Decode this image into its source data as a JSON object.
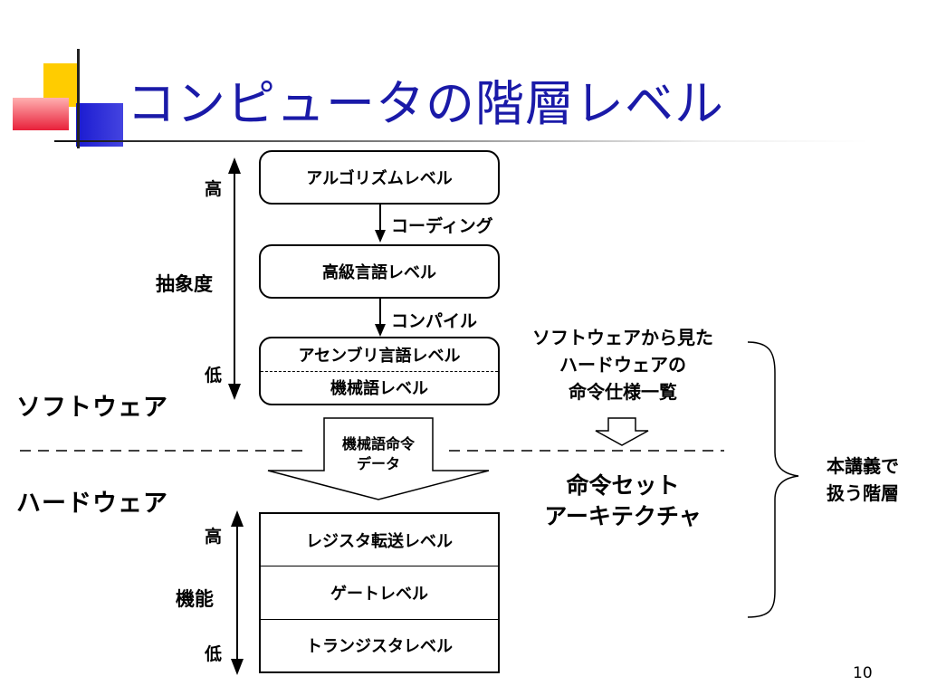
{
  "slide": {
    "title": "コンピュータの階層レベル",
    "page_number": "10"
  },
  "software": {
    "section_label": "ソフトウェア",
    "axis": {
      "high": "高",
      "name": "抽象度",
      "low": "低"
    },
    "levels": {
      "algorithm": "アルゴリズムレベル",
      "high_level_language": "高級言語レベル",
      "assembly": "アセンブリ言語レベル",
      "machine": "機械語レベル"
    },
    "transitions": {
      "coding": "コーディング",
      "compile": "コンパイル"
    }
  },
  "interface": {
    "machine_code_line1": "機械語命令",
    "machine_code_line2": "データ",
    "spec_line1": "ソフトウェアから見た",
    "spec_line2": "ハードウェアの",
    "spec_line3": "命令仕様一覧",
    "isa_line1": "命令セット",
    "isa_line2": "アーキテクチャ"
  },
  "hardware": {
    "section_label": "ハードウェア",
    "axis": {
      "high": "高",
      "name": "機能",
      "low": "低"
    },
    "levels": [
      "レジスタ転送レベル",
      "ゲートレベル",
      "トランジスタレベル"
    ]
  },
  "course_scope": {
    "line1": "本講義で",
    "line2": "扱う階層"
  }
}
